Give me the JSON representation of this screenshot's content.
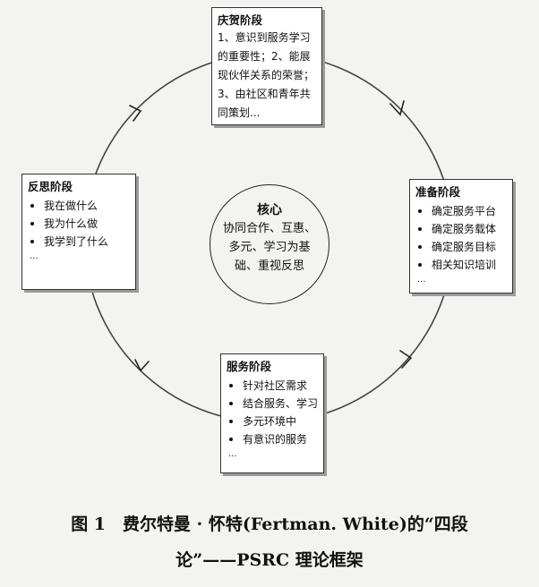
{
  "stages": {
    "top": {
      "title": "庆贺阶段",
      "text": "1、意识到服务学习的重要性；2、能展现伙伴关系的荣誉；3、由社区和青年共同策划..."
    },
    "right": {
      "title": "准备阶段",
      "items": [
        "确定服务平台",
        "确定服务载体",
        "确定服务目标",
        "相关知识培训"
      ],
      "more": "..."
    },
    "bottom": {
      "title": "服务阶段",
      "items": [
        "针对社区需求",
        "结合服务、学习",
        "多元环境中",
        "有意识的服务"
      ],
      "more": "..."
    },
    "left": {
      "title": "反思阶段",
      "items": [
        "我在做什么",
        "我为什么做",
        "我学到了什么"
      ],
      "more": "..."
    }
  },
  "core": {
    "title": "核心",
    "text": "协同合作、互惠、多元、学习为基础、重视反思"
  },
  "caption": {
    "line1": "图 1　费尔特曼 · 怀特(Fertman. White)的“四段",
    "line2": "论”——PSRC 理论框架"
  },
  "colors": {
    "background": "#f3f3f1",
    "stroke": "#333333",
    "shadow": "#9a9a9a"
  },
  "icons": {
    "cycle_arrows": "arrowhead-icon"
  }
}
